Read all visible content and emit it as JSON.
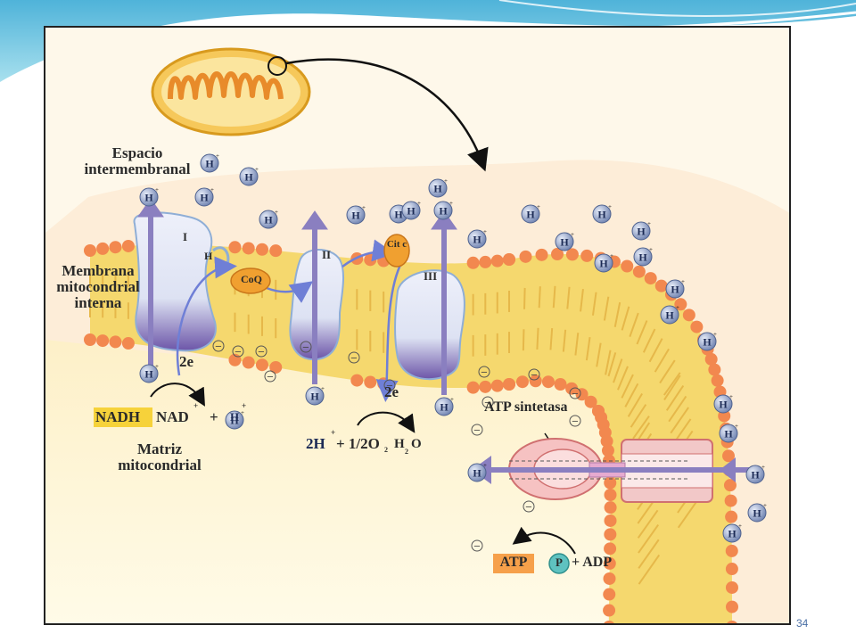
{
  "labels": {
    "intermembrane": "Espacio intermembranal",
    "inner_membrane": "Membrana mitocondrial interna",
    "matrix": "Matriz mitocondrial",
    "complex_1": "I",
    "complex_2": "II",
    "complex_3": "III",
    "coq": "CoQ",
    "cyt": "Cit c",
    "h_small": "H",
    "two_e_left": "2e",
    "two_e_right": "2e",
    "nadh": "NADH",
    "nad": "NAD",
    "nad_charge": "+",
    "plus_1": "+",
    "h_plus": "H",
    "h_plus_charge": "+",
    "water_left": "2H",
    "water_left_charge": "+",
    "water_middle": "+ 1/2O",
    "water_o_sub": "2",
    "water_right": "H",
    "water_h_sub": "2",
    "water_o": "O",
    "atp_synthase": "ATP sintetasa",
    "atp": "ATP",
    "p_badge": "P",
    "plus_adp": "+ ADP",
    "proton": "H",
    "proton_charge": "+",
    "negative": "−"
  },
  "page_number": "34",
  "colors": {
    "slide_top": "#6cc3df",
    "membrane_fill": "#f3d76a",
    "lipid_head": "#f2884f",
    "protein_fill": "#dfe4f3",
    "protein_shade": "#7c66b4",
    "atp_label_bg": "#f6a04a",
    "nadh_label_bg": "#f6d23a",
    "proton_fill": "#a9b7d6"
  }
}
